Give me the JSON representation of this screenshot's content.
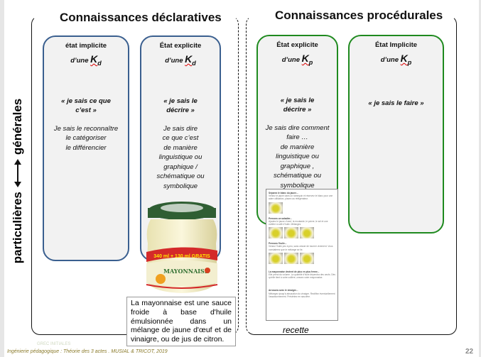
{
  "headings": {
    "declarative": "Connaissances déclaratives",
    "procedural": "Connaissances procédurales"
  },
  "axis": {
    "top": "générales",
    "bottom": "particulières"
  },
  "boxes": [
    {
      "header": "état implicite",
      "dune": "d’une",
      "k": "K",
      "sub": "d",
      "quote": "« je sais ce que c’est »",
      "desc": [
        "Je sais le reconnaître",
        "le catégoriser",
        "le différencier"
      ]
    },
    {
      "header": "État explicite",
      "dune": "d’une",
      "k": "K",
      "sub": "d",
      "quote": "« je sais le décrire »",
      "desc": [
        "Je sais dire",
        "ce que c’est",
        "de manière",
        "linguistique ou",
        "graphique /",
        "schématique ou",
        "symbolique"
      ]
    },
    {
      "header": "État explicite",
      "dune": "d’une",
      "k": "K",
      "sub": "p",
      "quote": "« je sais le décrire »",
      "desc": [
        "Je sais dire comment",
        "faire …",
        "de manière",
        "linguistique ou",
        "graphique ,",
        "schématique ou",
        "symbolique"
      ]
    },
    {
      "header": "État Implicite",
      "dune": "d’une",
      "k": "K",
      "sub": "p",
      "quote": "« je sais le faire »"
    }
  ],
  "jar": {
    "band": "340 ml + 130 ml GRATIS",
    "brand": "MAYONNAISE"
  },
  "definition": "La mayonnaise est une sauce froide à base d'huile émulsionnée dans un mélange de jaune d'œuf et de vinaigre, ou de jus de citron.",
  "recipe": {
    "steps": [
      {
        "title": "Séparez le blanc du jaune...",
        "text": "Versez le jaune dans un ramequin et réservez le blanc pour une autre utilisation, placez au réfrigérateur."
      },
      {
        "title": "Prenons un saladier...",
        "text": "Ajoutez le jaune d'oeuf, la moutarde, le poivre, le sel et une cuillère à café d'huile. Mélangez."
      },
      {
        "title": "Prenons l'huile...",
        "text": "Versez l'huile peu à peu, sans cesser de tourner vivement. Vous constaterez que le mélange se lie."
      },
      {
        "title": "La mayonnaise devient de plus en plus ferme...",
        "text": "Elle prend du volume. La quantité d'huile dépendra des oeufs. Dès qu'elle tient à votre cuillère, cessez votre mayonnaise."
      },
      {
        "title": "Arrosons avec le vinaigre...",
        "text": "Mélangez jusqu'à absorption du vinaigre. Rectifiez éventuellement l'assaisonnement. Présentez en saucière."
      }
    ],
    "caption": "recette"
  },
  "footer": {
    "ghost": "GREC INITIALES",
    "credit": "Ingénierie pédagogique : Théorie des 3 actes . MUSIAL & TRICOT, 2019",
    "page": "22"
  }
}
